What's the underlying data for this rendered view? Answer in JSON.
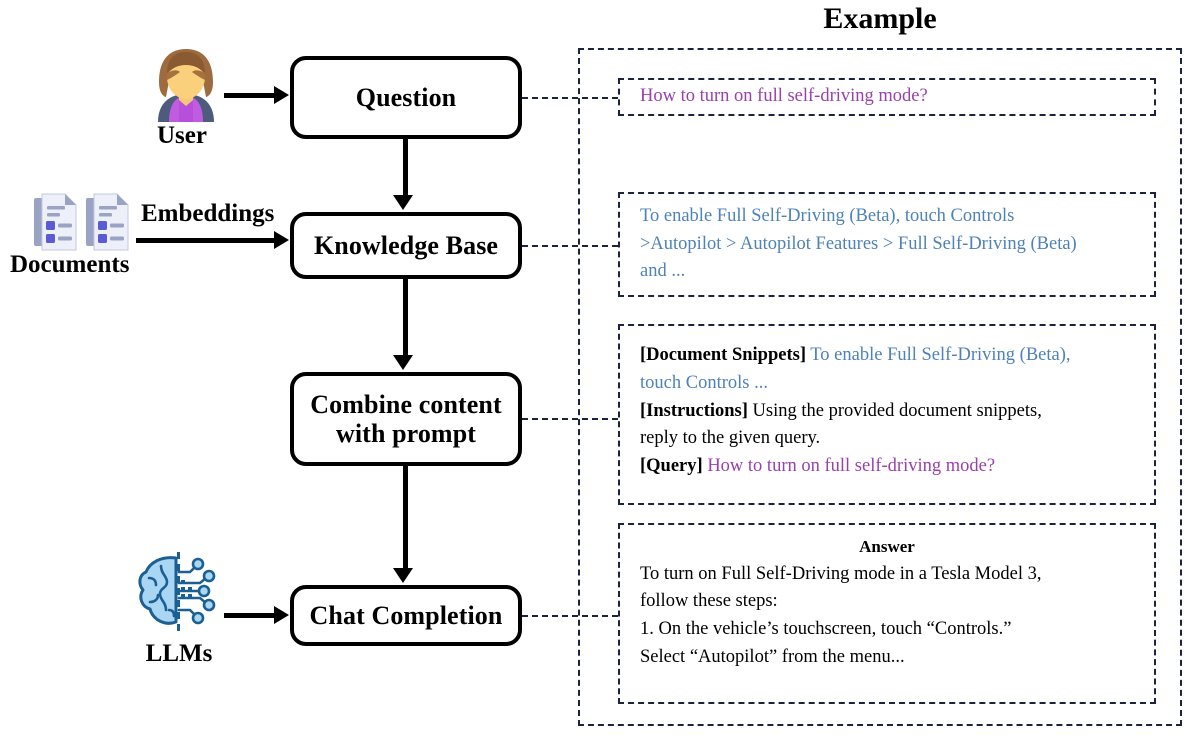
{
  "diagram": {
    "title": "Retrieval Augmented Generation flow with example",
    "example_title": "Example",
    "nodes": [
      {
        "id": "question",
        "label": "Question"
      },
      {
        "id": "knowledge_base",
        "label": "Knowledge Base"
      },
      {
        "id": "combine",
        "label": "Combine content\nwith prompt"
      },
      {
        "id": "chat_completion",
        "label": "Chat Completion"
      }
    ],
    "node_labels": {
      "question": "Question",
      "knowledge_base": "Knowledge Base",
      "combine_line1": "Combine content",
      "combine_line2": "with prompt",
      "chat_completion": "Chat Completion"
    },
    "side_labels": {
      "user": "User",
      "documents": "Documents",
      "embeddings": "Embeddings",
      "llms": "LLMs"
    },
    "icons": {
      "user": "user-avatar-icon",
      "documents": "documents-icon",
      "llms": "brain-circuit-icon"
    }
  },
  "example_panels": {
    "question": {
      "text": "How to turn on full self-driving mode?"
    },
    "knowledge_base": {
      "line1": "To enable Full Self-Driving (Beta), touch Controls",
      "line2": ">Autopilot > Autopilot Features > Full Self-Driving (Beta)",
      "line3": "and ..."
    },
    "prompt": {
      "snippets_tag": "[Document Snippets]",
      "snippets_text_line1": " To enable Full Self-Driving (Beta),",
      "snippets_text_line2": "touch Controls ...",
      "instructions_tag": "[Instructions]",
      "instructions_text_line1": " Using the provided document snippets,",
      "instructions_text_line2": "reply to the given query.",
      "query_tag": "[Query]",
      "query_text": " How to turn on full self-driving mode?"
    },
    "answer": {
      "heading": "Answer",
      "line1": "To turn on Full Self-Driving mode in a Tesla Model 3,",
      "line2": "follow these steps:",
      "line3": "1. On the vehicle’s touchscreen, touch “Controls.”",
      "line4": "Select “Autopilot” from the menu..."
    }
  },
  "colors": {
    "query_purple": "#9a3fae",
    "snippet_blue": "#4e82b8",
    "outline_black": "#000000",
    "dashed_navy": "#1c2340"
  }
}
